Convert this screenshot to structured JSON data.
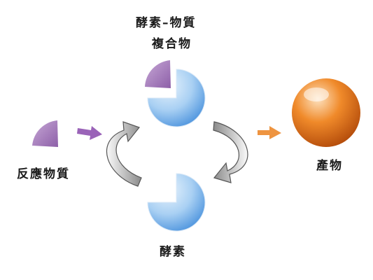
{
  "labels": {
    "complex_line1": "酵素–物質",
    "complex_line2": "複合物",
    "substrate": "反應物質",
    "enzyme": "酵素",
    "product": "產物"
  },
  "colors": {
    "enzyme_light": "#e8f3fc",
    "enzyme_mid": "#a9d0f3",
    "enzyme_dark": "#4f95de",
    "substrate_light": "#c7a8d6",
    "substrate_dark": "#8d5fa8",
    "product_light": "#fde2c0",
    "product_mid": "#f08a2a",
    "product_dark": "#b24a0a",
    "cycle_arrow_light": "#fafafa",
    "cycle_arrow_dark": "#8a8a8a",
    "arrow_purple": "#9a63b8",
    "arrow_orange": "#ee9440",
    "text": "#1a1a1a"
  }
}
